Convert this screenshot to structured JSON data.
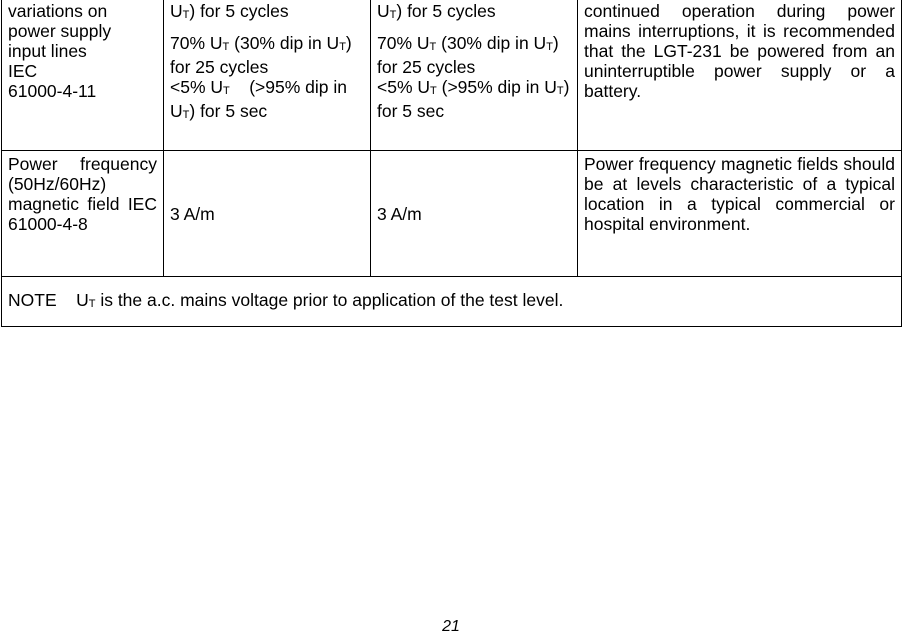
{
  "table": {
    "rows": [
      {
        "phenomenon_lines": [
          "variations on",
          "power supply",
          "input lines",
          "IEC",
          "61000-4-11"
        ],
        "test_level_blocks": [
          [
            "U",
            "T",
            ") for 5 cycles"
          ],
          [
            "70% U",
            "T",
            " (30% dip in U",
            "T",
            ") for 25 cycles"
          ],
          [
            "<5% U",
            "T",
            "    (>95% dip in U",
            "T",
            ") for 5 sec"
          ]
        ],
        "compliance_blocks": [
          [
            "U",
            "T",
            ") for 5 cycles"
          ],
          [
            "70% U",
            "T",
            " (30% dip in U",
            "T",
            ") for 25 cycles"
          ],
          [
            "<5% U",
            "T",
            " (>95% dip in U",
            "T",
            ") for 5 sec"
          ]
        ],
        "guidance": "continued operation during power mains interruptions, it is recommended that the LGT-231 be powered from an uninterruptible power supply or a battery."
      },
      {
        "phenomenon": "Power frequency (50Hz/60Hz) magnetic field IEC 61000-4-8",
        "test_level": "3 A/m",
        "compliance": "3 A/m",
        "guidance": "Power frequency magnetic fields should be at levels characteristic of a typical location in a typical commercial or hospital environment."
      }
    ],
    "note": {
      "label": "NOTE",
      "u": "U",
      "sub": "T",
      "text": " is the a.c. mains voltage prior to application of the test level."
    }
  },
  "page_number": "21"
}
